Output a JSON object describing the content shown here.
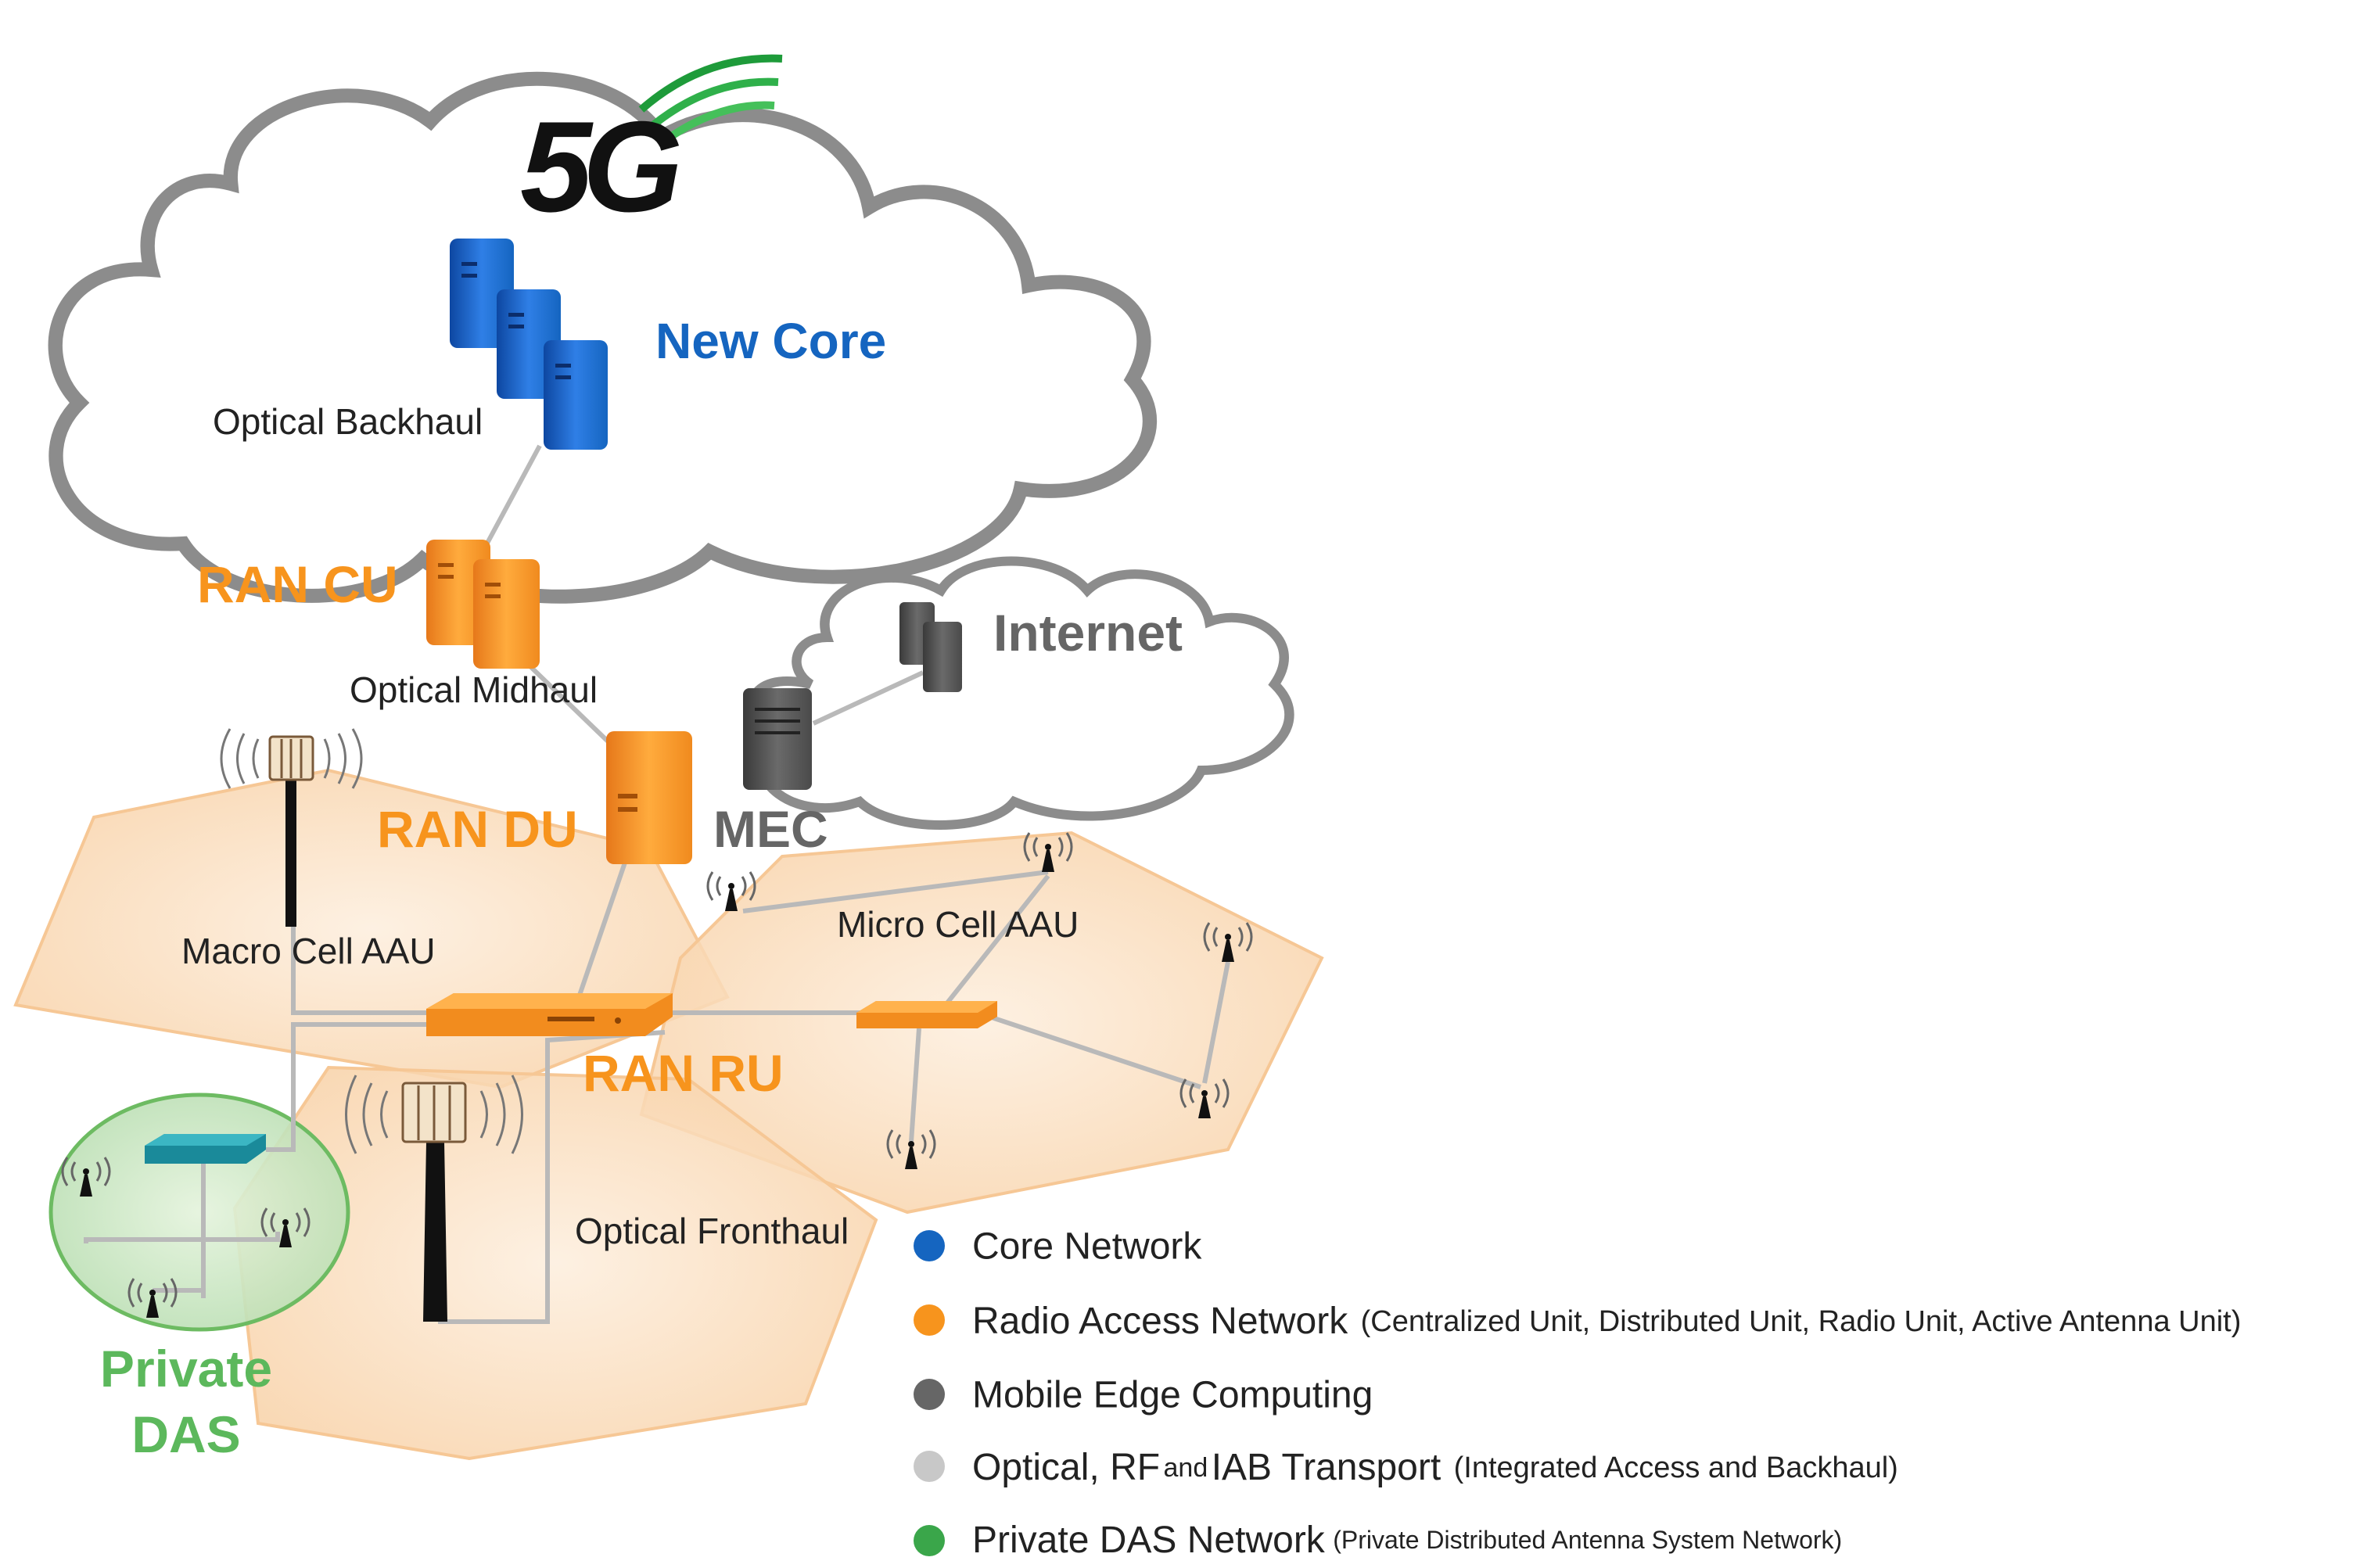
{
  "logo": {
    "text": "5G"
  },
  "labels": {
    "new_core": "New Core",
    "optical_backhaul": "Optical Backhaul",
    "ran_cu": "RAN CU",
    "optical_midhaul": "Optical Midhaul",
    "internet": "Internet",
    "ran_du": "RAN DU",
    "mec": "MEC",
    "macro_cell_aau": "Macro Cell AAU",
    "micro_cell_aau": "Micro Cell AAU",
    "ran_ru": "RAN RU",
    "optical_fronthaul": "Optical Fronthaul",
    "private_das_line1": "Private",
    "private_das_line2": "DAS"
  },
  "legend": [
    {
      "label": "Core Network",
      "detail": "",
      "color": "#1565c0"
    },
    {
      "label": "Radio Access Network",
      "detail": "(Centralized Unit, Distributed Unit, Radio Unit, Active Antenna Unit)",
      "color": "#f7941d"
    },
    {
      "label": "Mobile Edge Computing",
      "detail": "",
      "color": "#666666"
    },
    {
      "label": "Optical, RF",
      "label_small": "and",
      "label_after": "IAB Transport",
      "detail": "(Integrated Access and Backhaul)",
      "color": "#c8c8c8"
    },
    {
      "label": "Private DAS Network",
      "detail": "(Private Distributed Antenna System Network)",
      "color": "#3aa64a"
    }
  ],
  "colors": {
    "core_blue": "#1565c0",
    "ran_orange": "#f7941d",
    "mec_gray": "#555555",
    "link_gray": "#b9b9b9",
    "das_green": "#5cb85c",
    "hex_fill": "#fde4c8"
  }
}
